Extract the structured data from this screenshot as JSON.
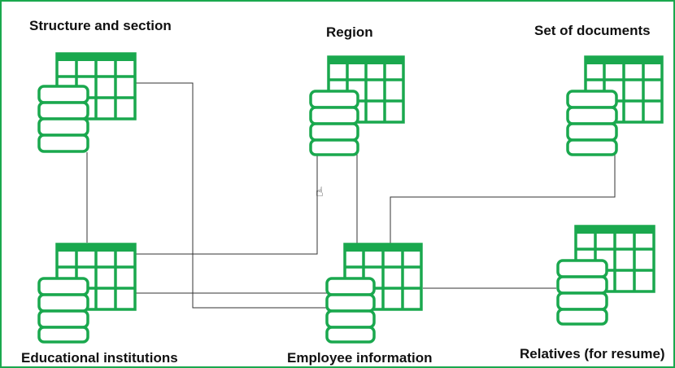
{
  "diagram": {
    "border_color": "#1aa84e",
    "icon_color": "#1aa84e",
    "line_color": "#333333",
    "entities": {
      "structure": {
        "label": "Structure and section",
        "icon": "database-table-icon"
      },
      "region": {
        "label": "Region",
        "icon": "database-table-icon"
      },
      "documents": {
        "label": "Set  of documents",
        "icon": "database-table-icon"
      },
      "education": {
        "label": "Educational institutions",
        "icon": "database-table-icon"
      },
      "employee": {
        "label": "Employee information",
        "icon": "database-table-icon"
      },
      "relatives": {
        "label": "Relatives (for resume)",
        "icon": "database-table-icon"
      }
    },
    "connections": [
      {
        "from": "structure",
        "to": "education"
      },
      {
        "from": "structure",
        "to": "employee"
      },
      {
        "from": "region",
        "to": "education"
      },
      {
        "from": "region",
        "to": "employee"
      },
      {
        "from": "documents",
        "to": "employee"
      },
      {
        "from": "education",
        "to": "employee"
      },
      {
        "from": "employee",
        "to": "relatives"
      }
    ],
    "cursor_icon": "hand-pointer-icon"
  }
}
